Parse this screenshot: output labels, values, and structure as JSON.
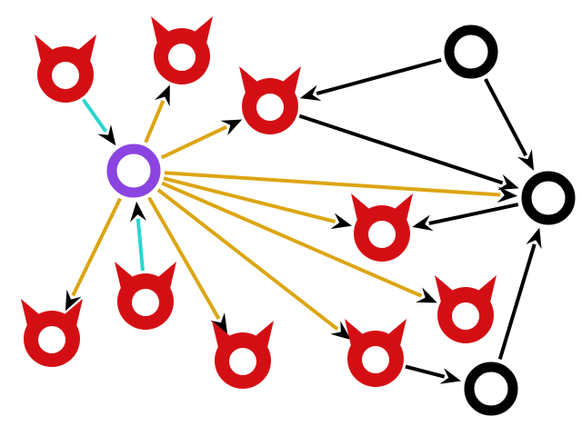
{
  "colors": {
    "background": "#ffffff",
    "devil_node": "#d40f14",
    "hub_node": "#8b44e0",
    "plain_node": "#000000",
    "gold_edge": "#dca512",
    "cyan_edge": "#2ad6cf",
    "black_edge": "#000000",
    "arrowhead": "#000000"
  },
  "nodes": [
    {
      "id": "hub",
      "kind": "hub",
      "icon": "ring-node-icon"
    },
    {
      "id": "devil-top-left",
      "kind": "devil",
      "icon": "horned-ring-icon"
    },
    {
      "id": "devil-top",
      "kind": "devil",
      "icon": "horned-ring-icon"
    },
    {
      "id": "devil-upper-mid",
      "kind": "devil",
      "icon": "horned-ring-icon"
    },
    {
      "id": "devil-center",
      "kind": "devil",
      "icon": "horned-ring-icon"
    },
    {
      "id": "devil-right",
      "kind": "devil",
      "icon": "horned-ring-icon"
    },
    {
      "id": "devil-bottom-left",
      "kind": "devil",
      "icon": "horned-ring-icon"
    },
    {
      "id": "devil-lower-left",
      "kind": "devil",
      "icon": "horned-ring-icon"
    },
    {
      "id": "devil-bottom-mid",
      "kind": "devil",
      "icon": "horned-ring-icon"
    },
    {
      "id": "devil-bottom-right",
      "kind": "devil",
      "icon": "horned-ring-icon"
    },
    {
      "id": "black-top",
      "kind": "plain",
      "icon": "ring-node-icon"
    },
    {
      "id": "black-right",
      "kind": "plain",
      "icon": "ring-node-icon"
    },
    {
      "id": "black-bottom",
      "kind": "plain",
      "icon": "ring-node-icon"
    }
  ],
  "edges": [
    {
      "from": "devil-top-left",
      "to": "hub",
      "style": "cyan"
    },
    {
      "from": "devil-lower-left",
      "to": "hub",
      "style": "cyan"
    },
    {
      "from": "hub",
      "to": "devil-top",
      "style": "gold"
    },
    {
      "from": "hub",
      "to": "devil-upper-mid",
      "style": "gold"
    },
    {
      "from": "hub",
      "to": "black-right",
      "style": "gold"
    },
    {
      "from": "hub",
      "to": "devil-center",
      "style": "gold"
    },
    {
      "from": "hub",
      "to": "devil-right",
      "style": "gold"
    },
    {
      "from": "hub",
      "to": "devil-bottom-left",
      "style": "gold"
    },
    {
      "from": "hub",
      "to": "devil-bottom-mid",
      "style": "gold"
    },
    {
      "from": "hub",
      "to": "devil-bottom-right",
      "style": "gold"
    },
    {
      "from": "black-top",
      "to": "devil-upper-mid",
      "style": "black"
    },
    {
      "from": "black-top",
      "to": "black-right",
      "style": "black"
    },
    {
      "from": "devil-upper-mid",
      "to": "black-right",
      "style": "black"
    },
    {
      "from": "black-right",
      "to": "devil-center",
      "style": "black"
    },
    {
      "from": "devil-bottom-right",
      "to": "black-bottom",
      "style": "black"
    },
    {
      "from": "black-bottom",
      "to": "black-right",
      "style": "black"
    }
  ]
}
